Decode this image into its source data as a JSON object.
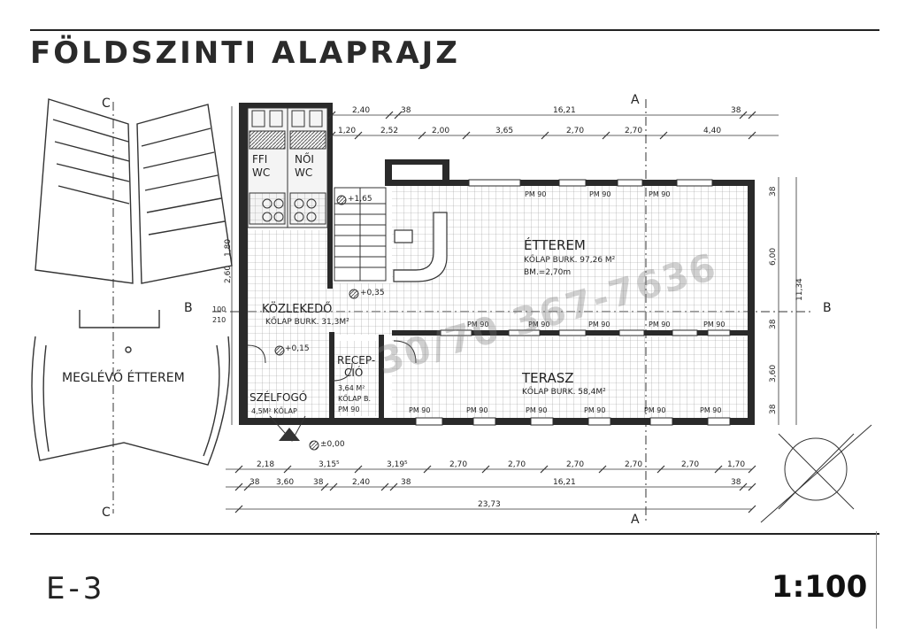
{
  "title": "FÖLDSZINTI ALAPRAJZ",
  "sheet_id": "E-3",
  "scale": "1:100",
  "watermark": "30/70 367-7636",
  "rooms": {
    "etterem": {
      "name": "ÉTTEREM",
      "line1": "KŐLAP BURK. 97,26 M²",
      "line2": "BM.=2,70m"
    },
    "terasz": {
      "name": "TERASZ",
      "line1": "KŐLAP BURK. 58,4M²"
    },
    "kozlekedo": {
      "name": "KÖZLEKEDŐ",
      "line1": "KŐLAP BURK. 31,3M²"
    },
    "recepcio": {
      "name1": "RECEP-",
      "name2": "CIÓ",
      "line1": "3,64 M²",
      "line2": "KŐLAP B.",
      "line3": "PM 90"
    },
    "szelfogo": {
      "name": "SZÉLFOGÓ",
      "line1": "4,5M² KŐLAP"
    },
    "ffi_wc": {
      "name1": "FFI",
      "name2": "WC"
    },
    "noi_wc": {
      "name1": "NŐI",
      "name2": "WC"
    },
    "meglevo": {
      "name": "MEGLÉVŐ ÉTTEREM"
    }
  },
  "section_marks": {
    "a": "A",
    "b": "B",
    "c": "C"
  },
  "levels": {
    "l1": "+1,65",
    "l2": "+0,35",
    "l3": "+0,15",
    "l4": "±0,00"
  },
  "pm_label": "PM 90",
  "dims_top1": {
    "d1": "2,40",
    "d2": "38",
    "d3": "16,21",
    "d4": "38"
  },
  "dims_top2": {
    "d1": "1,20",
    "d2": "2,52",
    "d3": "2,00",
    "d4": "3,65",
    "d5": "2,70",
    "d6": "2,70",
    "d7": "4,40"
  },
  "dims_bottom1": {
    "d1": "2,18",
    "d2": "3,15⁵",
    "d3": "3,19⁵",
    "d4": "2,70",
    "d5": "2,70",
    "d6": "2,70",
    "d7": "2,70",
    "d8": "2,70",
    "d9": "1,70"
  },
  "dims_bottom2": {
    "d1": "38",
    "d2": "3,60",
    "d3": "38",
    "d4": "2,40",
    "d5": "38",
    "d6": "16,21",
    "d7": "38"
  },
  "dims_bottom3": {
    "d1": "23,73"
  },
  "dims_right": {
    "d1": "38",
    "d2": "6,00",
    "d3": "38",
    "d4": "3,60",
    "d5": "38",
    "d6": "11,34"
  },
  "dims_left": {
    "d1": "1,80",
    "d2": "2,60",
    "d3": "100",
    "d4": "210"
  }
}
